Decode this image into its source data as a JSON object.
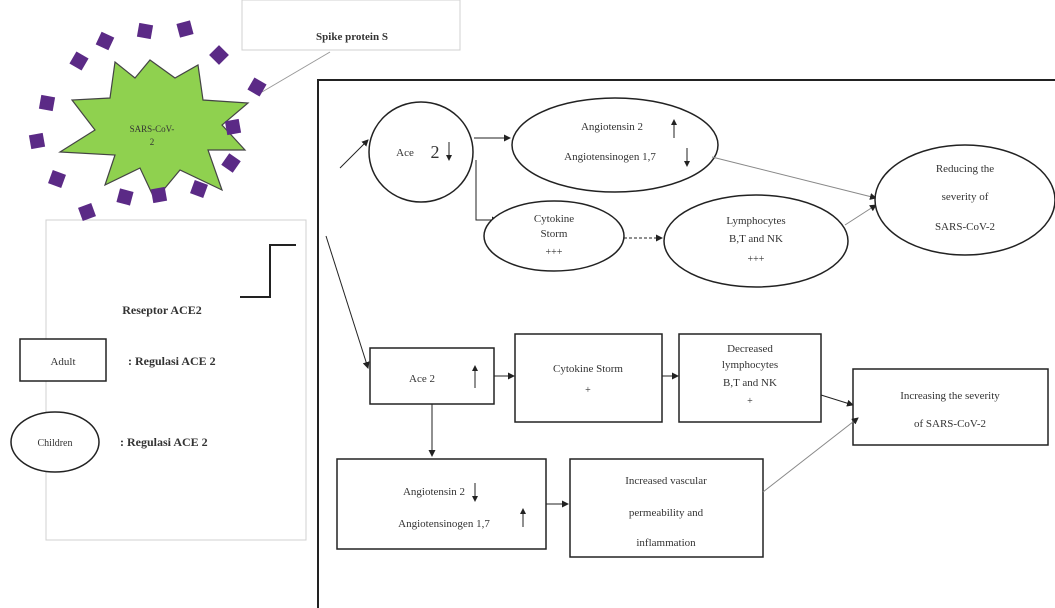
{
  "virus": {
    "label_line1": "SARS-CoV-",
    "label_line2": "2",
    "body_color": "#8fd14f",
    "spike_color": "#5b2a86",
    "text_color": "#d65a1f"
  },
  "spike_label": "Spike protein S",
  "receptor": {
    "label": "Reseptor ACE2",
    "color": "#6a1fa0"
  },
  "legend": {
    "adult_box": "Adult",
    "adult_text": ": Regulasi ACE 2",
    "children_oval": "Children",
    "children_text": ": Regulasi ACE 2"
  },
  "children_pathway": {
    "ace2": {
      "label": "Ace",
      "number": "2"
    },
    "angiotensin": {
      "line1": "Angiotensin 2",
      "line2": "Angiotensinogen 1,7"
    },
    "cytokine": {
      "line1": "Cytokine",
      "line2": "Storm",
      "line3": "+++"
    },
    "lymphocytes": {
      "line1": "Lymphocytes",
      "line2": "B,T and NK",
      "line3": "+++"
    },
    "outcome": {
      "line1": "Reducing the",
      "line2": "severity of",
      "line3": "SARS-CoV-2"
    }
  },
  "adult_pathway": {
    "ace2": {
      "label": "Ace 2"
    },
    "cytokine": {
      "line1": "Cytokine Storm",
      "line2": "+"
    },
    "lymphocytes": {
      "line1": "Decreased",
      "line2": "lymphocytes",
      "line3": "B,T and NK",
      "line4": "+"
    },
    "outcome": {
      "line1": "Increasing the severity",
      "line2": "of SARS-CoV-2"
    },
    "angiotensin": {
      "line1": "Angiotensin 2",
      "line2": "Angiotensinogen 1,7"
    },
    "vascular": {
      "line1": "Increased vascular",
      "line2": "permeability and",
      "line3": "inflammation"
    }
  }
}
